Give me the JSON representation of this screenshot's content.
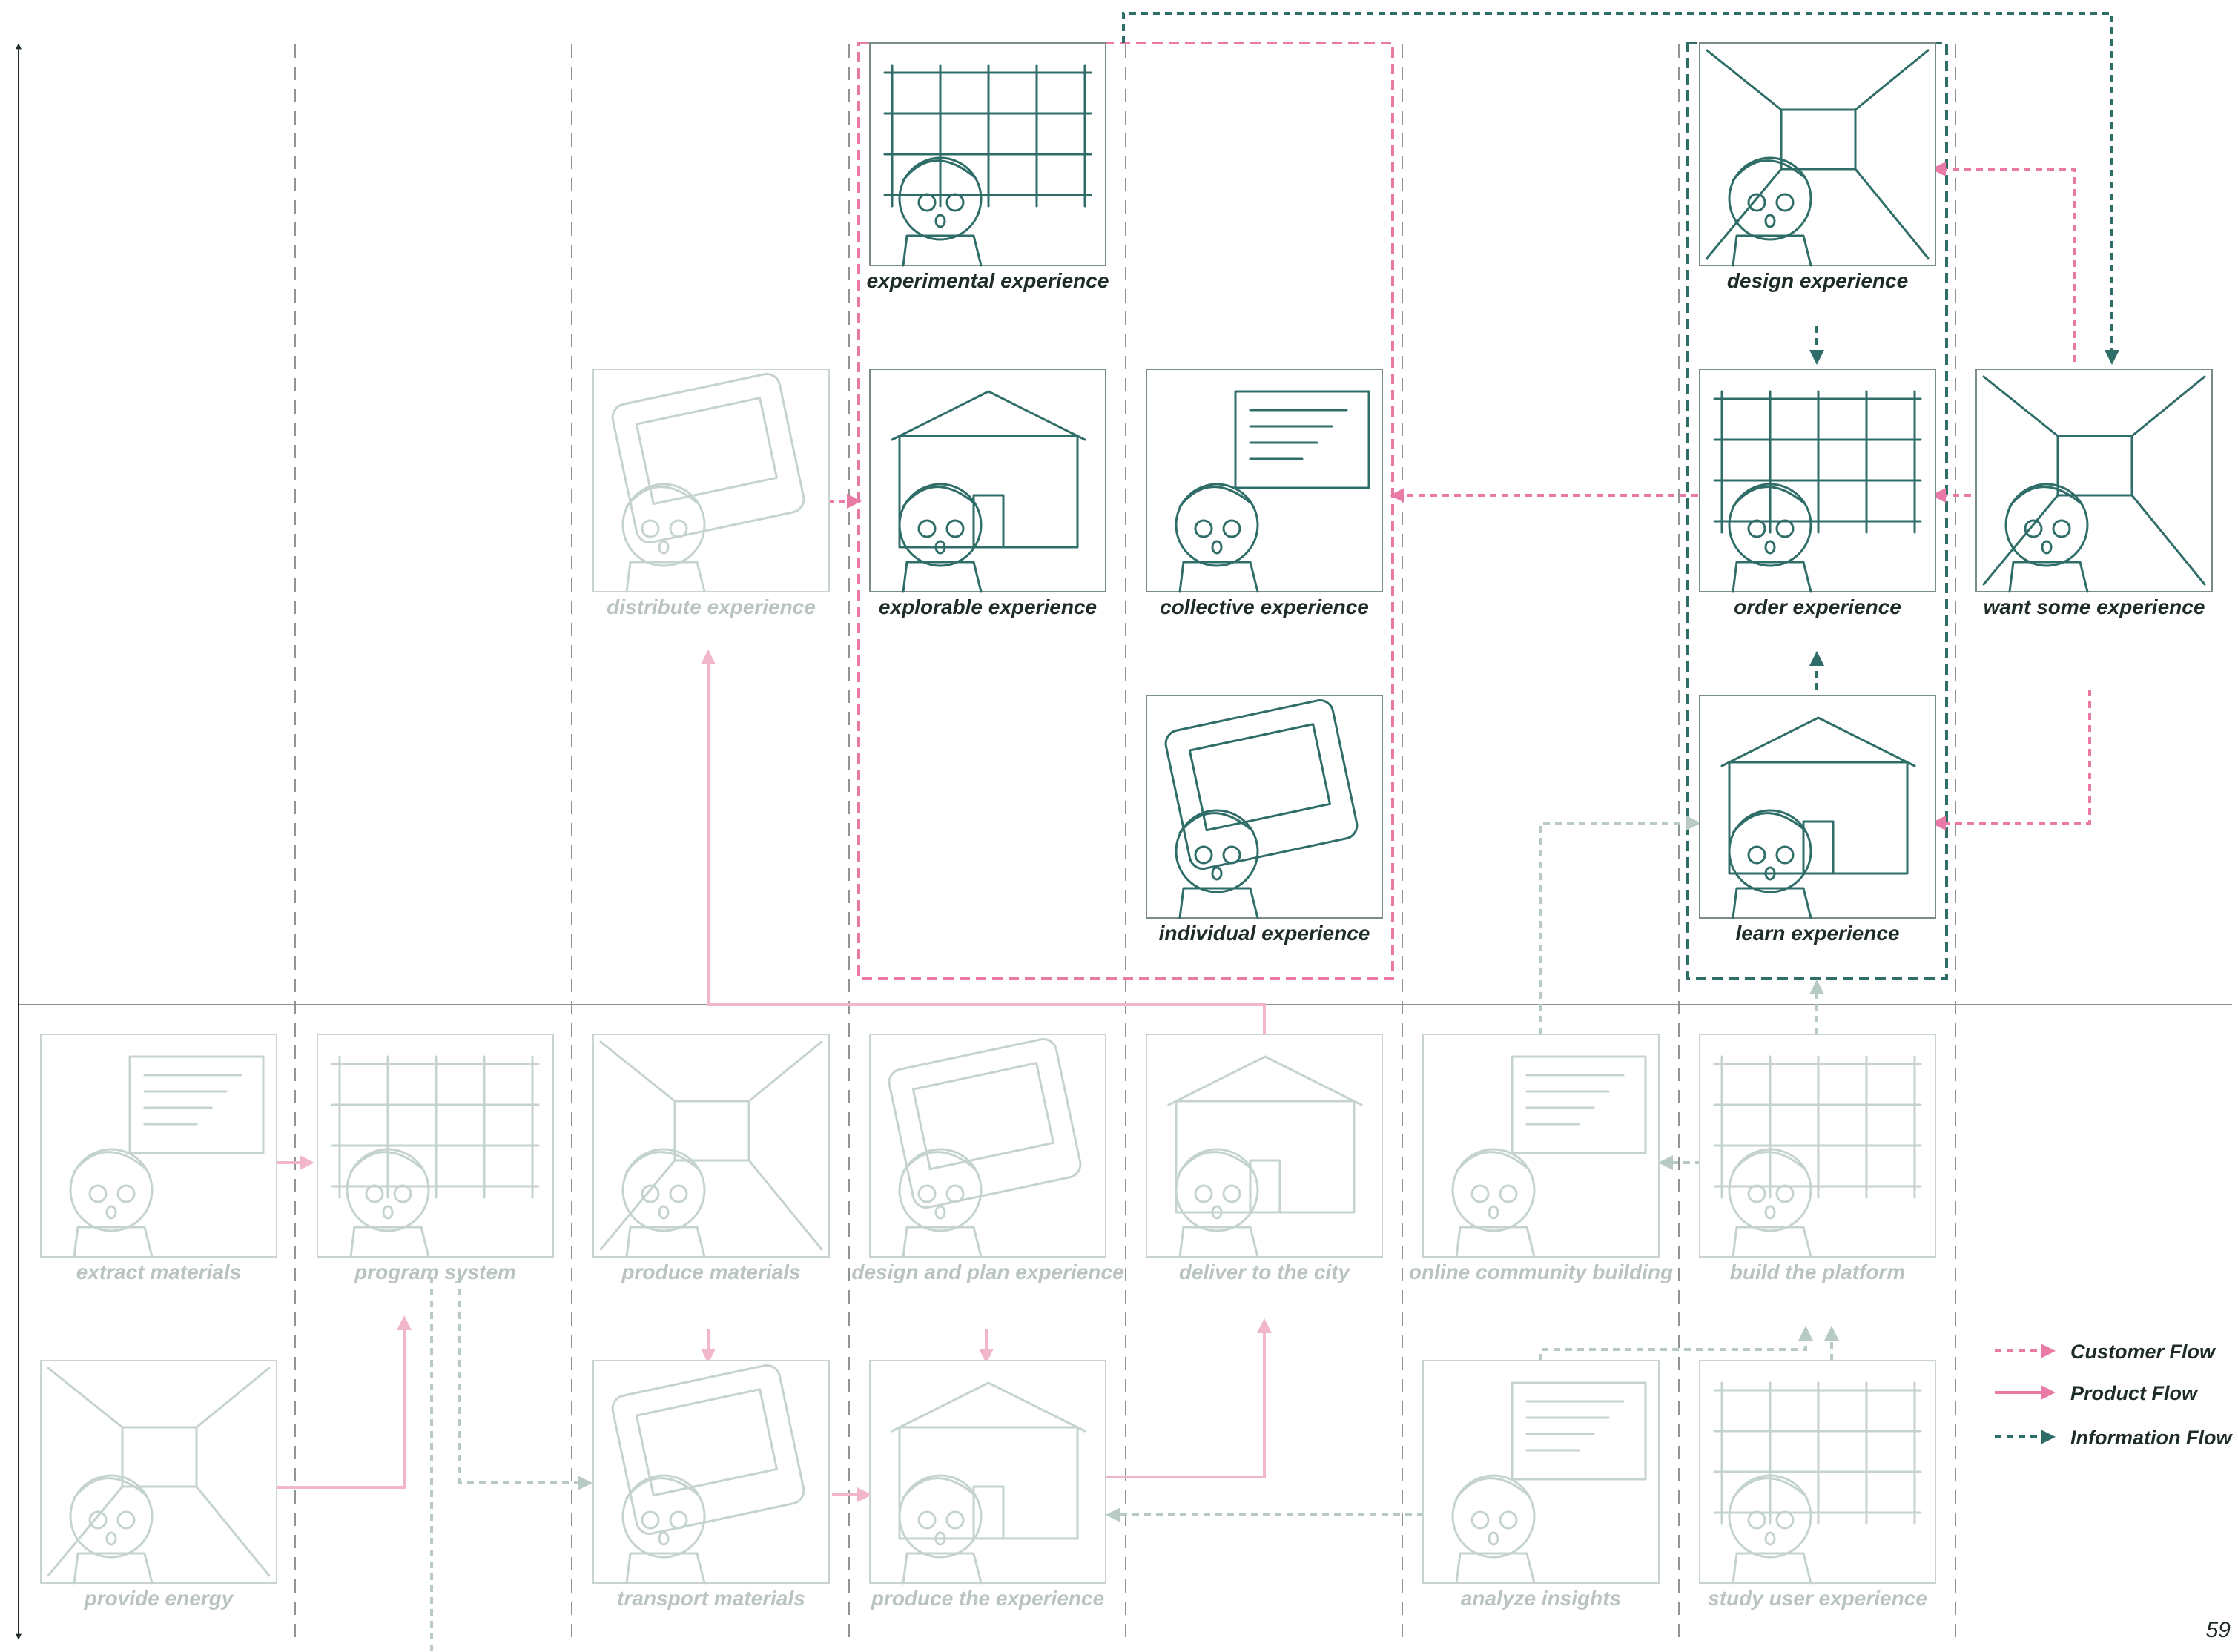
{
  "colors": {
    "customer_flow": "#e87aa5",
    "product_flow": "#f2b6cb",
    "information_flow": "#2f6d68",
    "information_flow_dim": "#b8cac6",
    "panel_sketch": "#2f6d68",
    "panel_sketch_dim": "#c5d3d0"
  },
  "panels": {
    "extract_materials": "extract materials",
    "program_system": "program system",
    "produce_materials": "produce materials",
    "design_and_plan_experience": "design and plan experience",
    "deliver_to_the_city": "deliver to the city",
    "online_community_building": "online community building",
    "build_the_platform": "build the platform",
    "provide_energy": "provide energy",
    "transport_materials": "transport materials",
    "produce_the_experience": "produce the experience",
    "analyze_insights": "analyze insights",
    "study_user_experience": "study user experience",
    "distribute_experience": "distribute experience",
    "experimental_experience": "experimental experience",
    "explorable_experience": "explorable experience",
    "collective_experience": "collective experience",
    "individual_experience": "individual experience",
    "design_experience": "design experience",
    "order_experience": "order experience",
    "learn_experience": "learn experience",
    "want_some_experience": "want some experience"
  },
  "panel_icons": {
    "extract_materials": "worker-with-timber-icon",
    "program_system": "programmer-at-laptop-icon",
    "produce_materials": "worker-at-factory-icon",
    "design_and_plan_experience": "designer-at-screen-icon",
    "deliver_to_the_city": "delivery-drones-icon",
    "online_community_building": "network-map-icon",
    "build_the_platform": "platform-builder-icon",
    "provide_energy": "wind-turbine-icon",
    "transport_materials": "delivery-truck-icon",
    "produce_the_experience": "robot-arm-factory-icon",
    "analyze_insights": "analyst-at-laptop-icon",
    "study_user_experience": "ux-research-icon",
    "distribute_experience": "drone-tower-icon",
    "experimental_experience": "showroom-shelves-icon",
    "explorable_experience": "grid-shelves-icon",
    "collective_experience": "corridor-icon",
    "individual_experience": "empty-room-icon",
    "design_experience": "tablet-grid-icon",
    "order_experience": "tablet-order-icon",
    "learn_experience": "tablet-learn-icon",
    "want_some_experience": "excited-person-icon"
  },
  "legend": {
    "customer_flow": "Customer Flow",
    "product_flow": "Product Flow",
    "information_flow": "Information Flow"
  },
  "page_number": "59"
}
